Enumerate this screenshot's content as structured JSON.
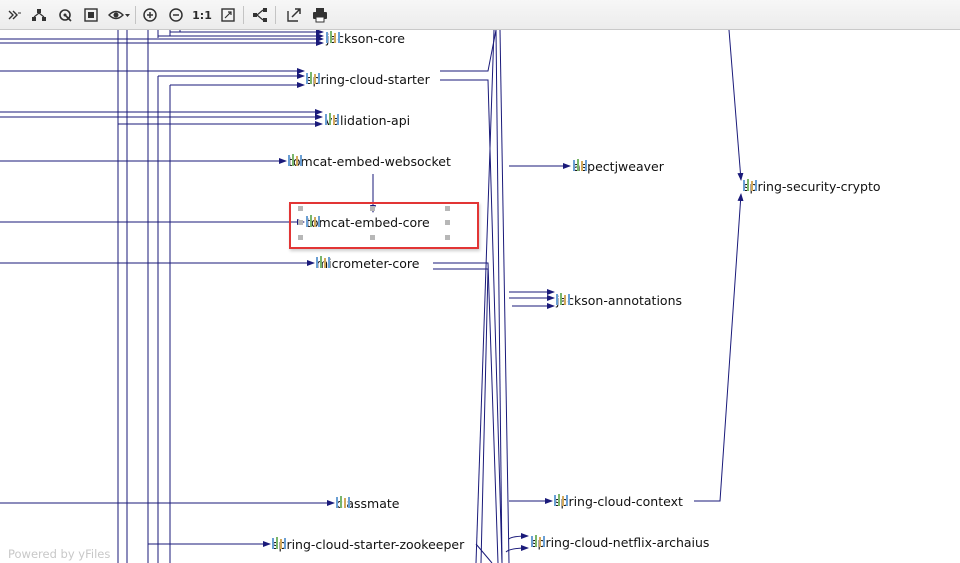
{
  "toolbar": {
    "buttons": [
      {
        "id": "collapse",
        "icon": "double-chevron-icon"
      },
      {
        "id": "layout",
        "icon": "hierarchy-icon"
      },
      {
        "id": "navigate",
        "icon": "navigate-icon"
      },
      {
        "id": "fit",
        "icon": "fit-content-icon"
      },
      {
        "id": "view",
        "icon": "eye-icon"
      },
      {
        "id": "zoom-in",
        "icon": "zoom-in-icon"
      },
      {
        "id": "zoom-out",
        "icon": "zoom-out-icon"
      },
      {
        "id": "actual-size",
        "label": "1:1",
        "icon": "actual-size-icon"
      },
      {
        "id": "fit-window",
        "icon": "fit-window-icon"
      },
      {
        "id": "share",
        "icon": "share-icon"
      },
      {
        "id": "export",
        "icon": "export-icon"
      },
      {
        "id": "print",
        "icon": "print-icon"
      }
    ]
  },
  "nodes": {
    "jackson_core": "jackson-core",
    "spring_cloud_starter": "spring-cloud-starter",
    "validation_api": "validation-api",
    "tomcat_embed_websocket": "tomcat-embed-websocket",
    "tomcat_embed_core": "tomcat-embed-core",
    "micrometer_core": "micrometer-core",
    "classmate": "classmate",
    "spring_cloud_starter_zookeeper": "spring-cloud-starter-zookeeper",
    "aspectjweaver": "aspectjweaver",
    "jackson_annotations": "jackson-annotations",
    "spring_cloud_context": "spring-cloud-context",
    "spring_cloud_netflix_archaius": "spring-cloud-netflix-archaius",
    "spring_security_crypto": "spring-security-crypto"
  },
  "selected_node": "tomcat-embed-core",
  "watermark": "Powered by yFiles",
  "colors": {
    "edge": "#1a1a7a",
    "selection": "#e23535"
  }
}
